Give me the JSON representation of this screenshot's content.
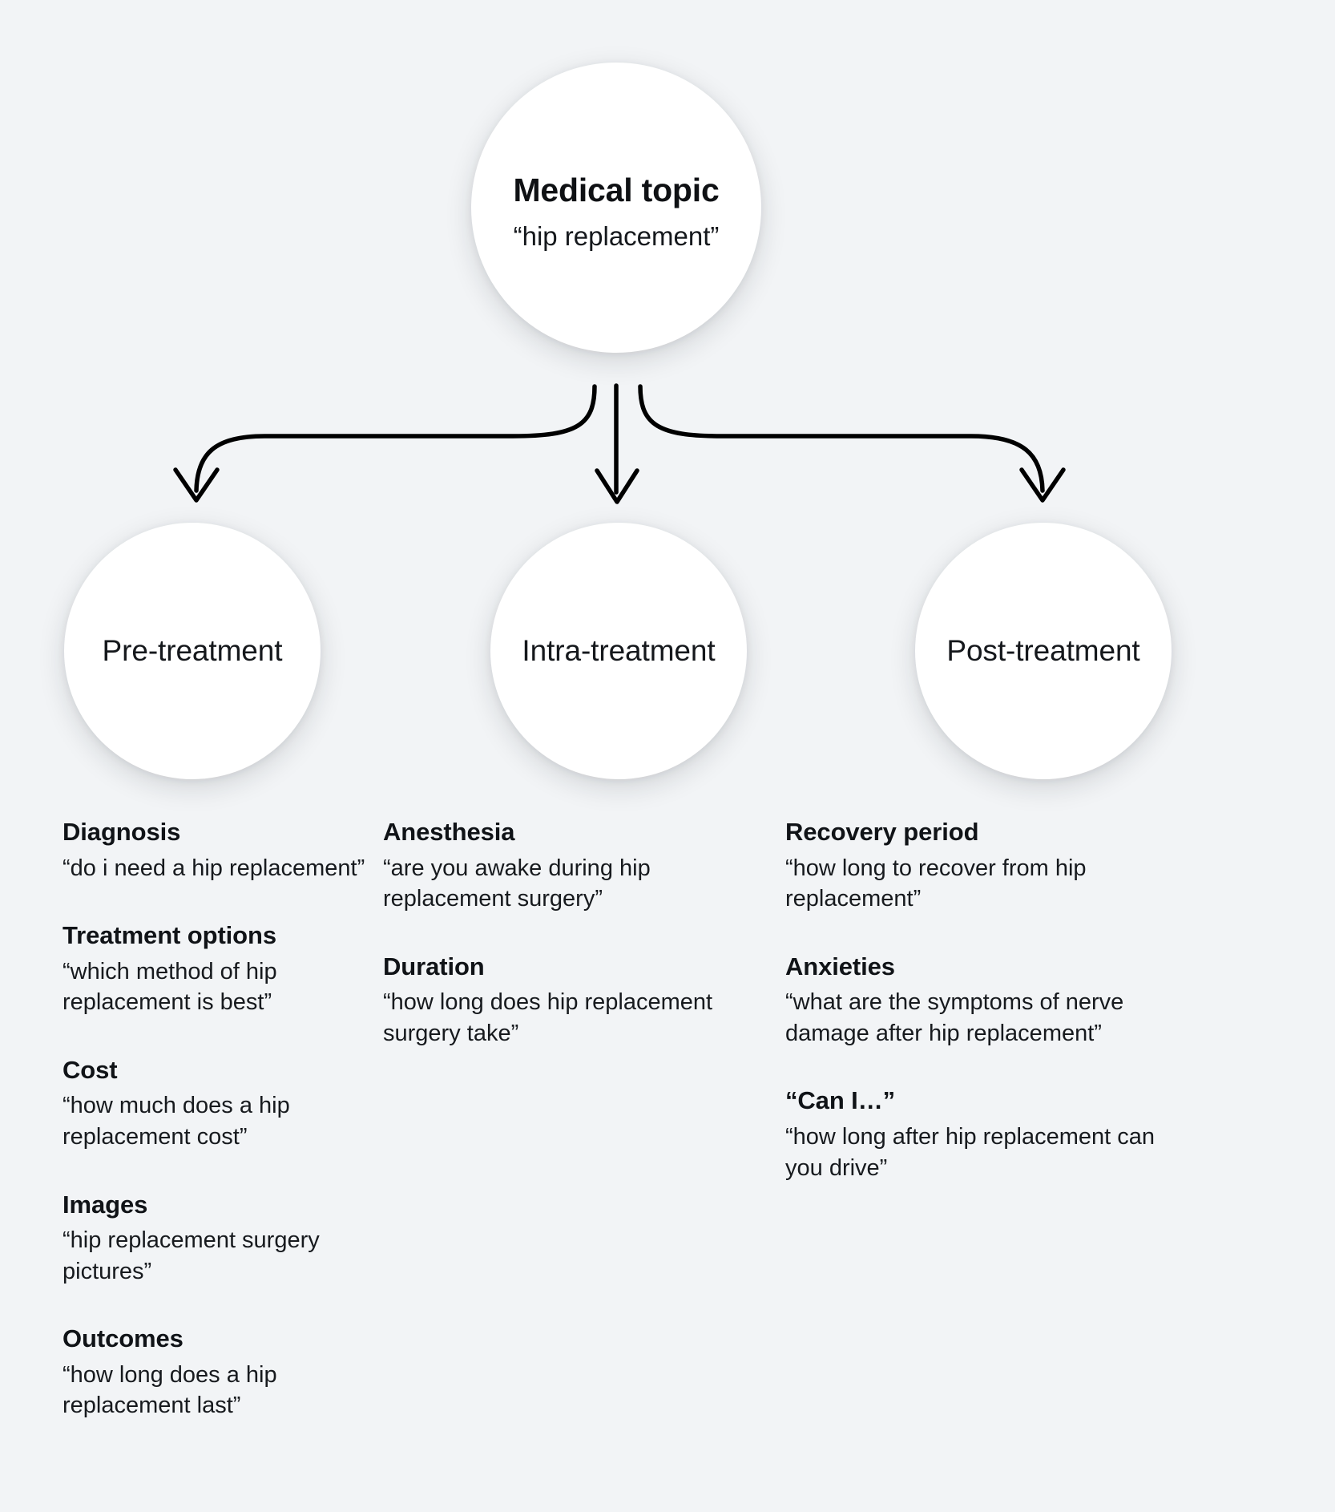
{
  "diagram": {
    "root": {
      "title": "Medical topic",
      "subtitle": "“hip replacement”"
    },
    "branches": [
      {
        "label": "Pre-treatment"
      },
      {
        "label": "Intra-treatment"
      },
      {
        "label": "Post-treatment"
      }
    ],
    "connectors": [
      {
        "name": "arrow-to-pre-treatment"
      },
      {
        "name": "arrow-to-intra-treatment"
      },
      {
        "name": "arrow-to-post-treatment"
      }
    ],
    "columns": [
      {
        "stage": "Pre-treatment",
        "facets": [
          {
            "label": "Diagnosis",
            "query": "“do i need a hip replacement”"
          },
          {
            "label": "Treatment options",
            "query": "“which method of hip replacement is best”"
          },
          {
            "label": "Cost",
            "query": "“how much does a hip replacement cost”"
          },
          {
            "label": "Images",
            "query": "“hip replacement surgery pictures”"
          },
          {
            "label": "Outcomes",
            "query": "“how long does a hip replacement last”"
          }
        ]
      },
      {
        "stage": "Intra-treatment",
        "facets": [
          {
            "label": "Anesthesia",
            "query": "“are you awake during hip replacement surgery”"
          },
          {
            "label": "Duration",
            "query": "“how long does hip replacement surgery take”"
          }
        ]
      },
      {
        "stage": "Post-treatment",
        "facets": [
          {
            "label": "Recovery period",
            "query": "“how long to recover from hip replacement”"
          },
          {
            "label": "Anxieties",
            "query": "“what are the symptoms of nerve damage after hip replacement”"
          },
          {
            "label": "“Can I…”",
            "query": "“how long after hip replacement can you drive”"
          }
        ]
      }
    ]
  },
  "colors": {
    "background": "#f2f4f6",
    "node_fill": "#ffffff",
    "text": "#141619",
    "connector": "#000000"
  }
}
